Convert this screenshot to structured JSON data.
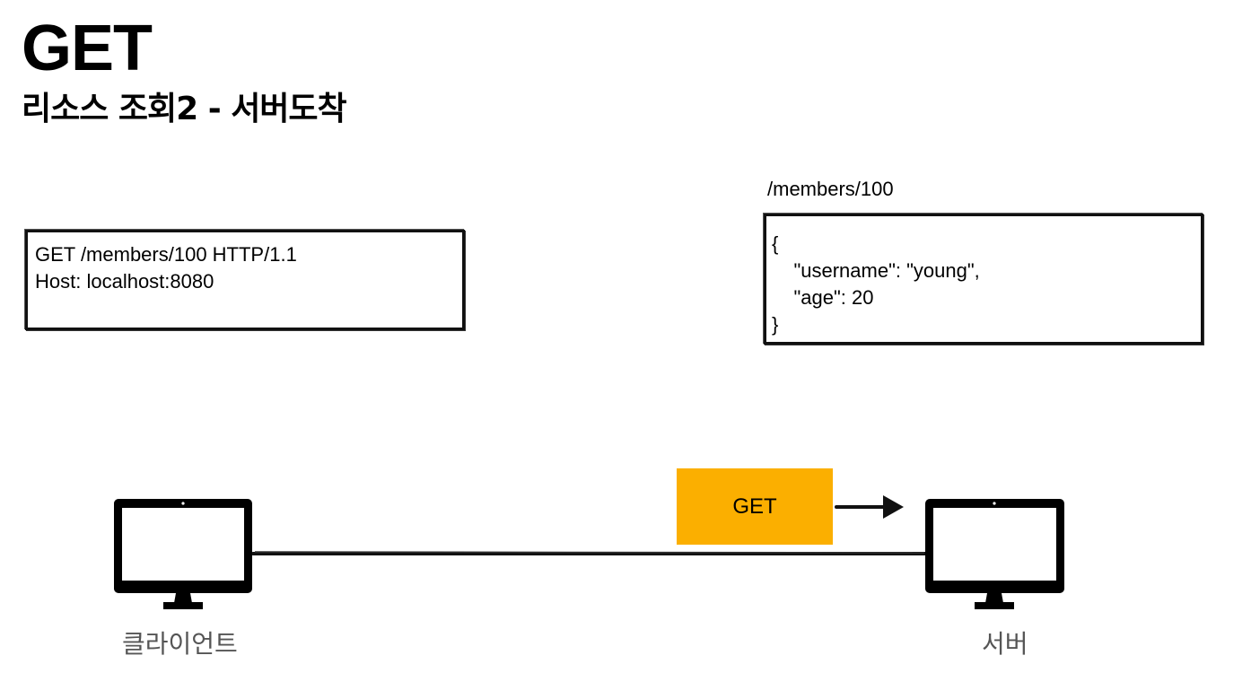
{
  "header": {
    "title": "GET",
    "subtitle": "리소스 조회2 - 서버도착"
  },
  "request_box": {
    "lines": [
      "GET /members/100 HTTP/1.1",
      "Host: localhost:8080"
    ]
  },
  "resource": {
    "path": "/members/100",
    "json_lines": [
      "{",
      "    \"username\": \"young\",",
      "    \"age\": 20",
      "}"
    ]
  },
  "message": {
    "method_label": "GET"
  },
  "nodes": {
    "client_label": "클라이언트",
    "server_label": "서버"
  },
  "colors": {
    "badge": "#FBAF00",
    "node_label": "#555555"
  },
  "icons": {
    "client": "monitor-icon",
    "server": "monitor-icon",
    "arrow": "arrow-right-icon"
  }
}
